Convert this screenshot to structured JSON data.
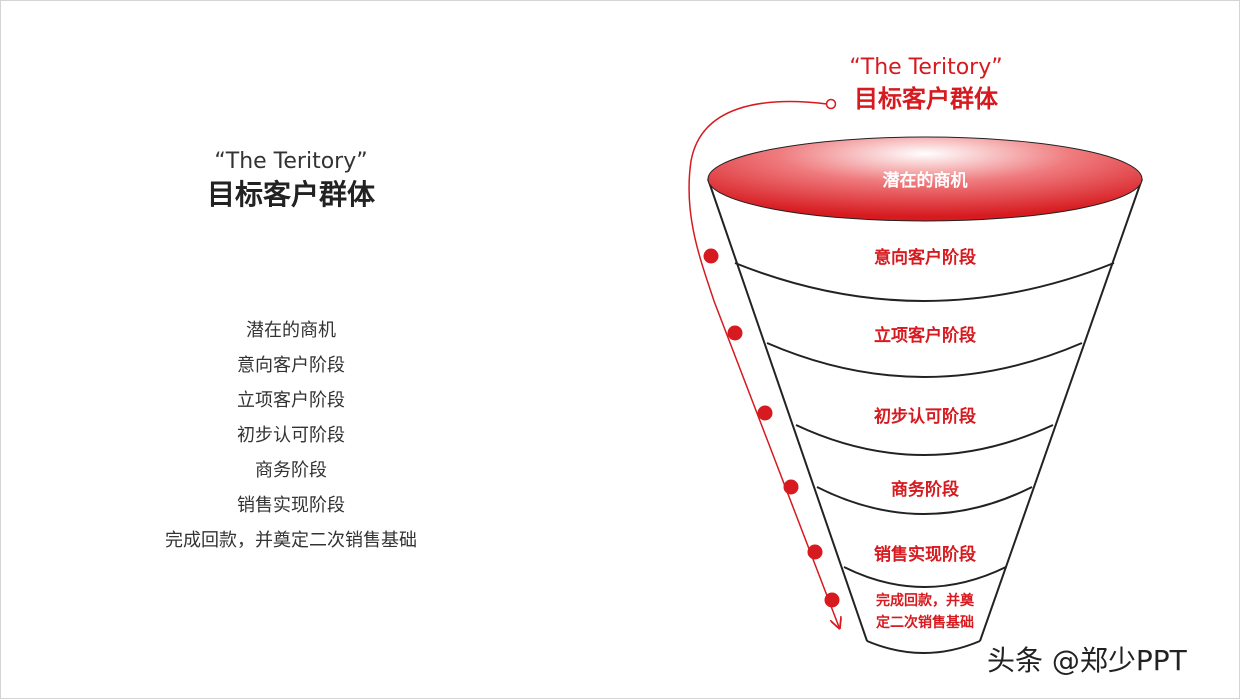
{
  "left_panel": {
    "subtitle": "“The Teritory”",
    "title": "目标客户群体",
    "stages": [
      "潜在的商机",
      "意向客户阶段",
      "立项客户阶段",
      "初步认可阶段",
      "商务阶段",
      "销售实现阶段",
      "完成回款，并奠定二次销售基础"
    ]
  },
  "funnel": {
    "subtitle": "“The Teritory”",
    "title": "目标客户群体",
    "top_label": "潜在的商机",
    "layers": [
      "意向客户阶段",
      "立项客户阶段",
      "初步认可阶段",
      "商务阶段",
      "销售实现阶段"
    ],
    "bottom_line1": "完成回款，并奠",
    "bottom_line2": "定二次销售基础",
    "accent_color": "#d61a1f"
  },
  "watermark": "头条 @郑少PPT"
}
